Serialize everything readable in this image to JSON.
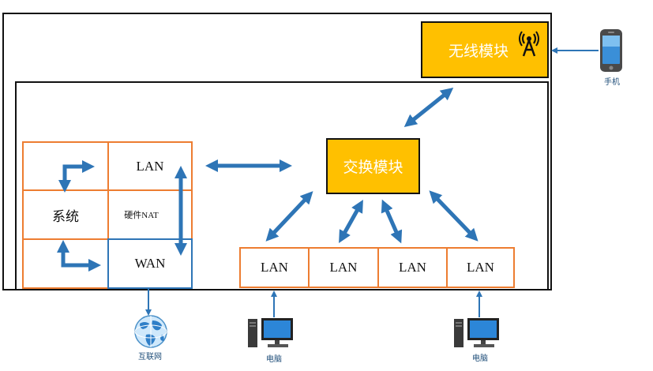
{
  "wireless_module": {
    "label": "无线模块",
    "icon": "antenna-icon"
  },
  "switch_module": {
    "label": "交换模块"
  },
  "router_grid": {
    "lan": "LAN",
    "system": "系统",
    "hardware_nat": "硬件NAT",
    "wan": "WAN"
  },
  "lan_ports": [
    "LAN",
    "LAN",
    "LAN",
    "LAN"
  ],
  "devices": {
    "phone": "手机",
    "internet": "互联网",
    "pc1": "电脑",
    "pc2": "电脑"
  },
  "colors": {
    "module_fill": "#ffc000",
    "cell_border": "#ed7d31",
    "wan_border": "#2e75b6",
    "arrow": "#2e75b6"
  }
}
